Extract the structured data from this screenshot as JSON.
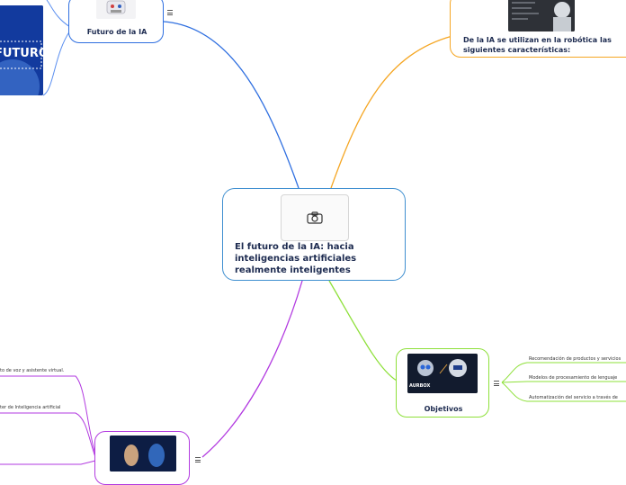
{
  "central": {
    "title": "El futuro de la IA: hacia inteligencias artificiales realmente inteligentes",
    "icon": "camera-icon"
  },
  "branches": {
    "futuro": {
      "label": "Futuro de la IA",
      "color": "#2f6fe0",
      "image_text": "FUTURO"
    },
    "robotica": {
      "label": "De la IA se utilizan en la robótica las siguientes características:",
      "color": "#f5a623"
    },
    "objetivos": {
      "label": "Objetivos",
      "color": "#8ee03a",
      "image_text": "AURBOX",
      "items": [
        "Recomendación de productos y servicios",
        "Modelos de procesamiento de lenguaje",
        "Automatización del servicio a través de"
      ]
    },
    "morado": {
      "color": "#b23ae0",
      "items": [
        "to de voz y asistente virtual.",
        "ter de Inteligencia artificial"
      ]
    }
  }
}
